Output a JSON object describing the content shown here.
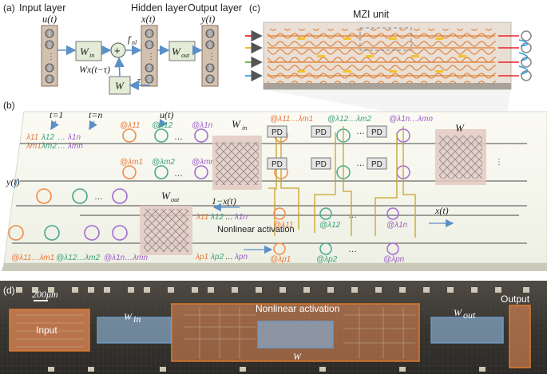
{
  "panel_a": {
    "label": "(a)",
    "input_layer": "Input layer",
    "hidden_layer": "Hidden layer",
    "output_layer": "Output layer",
    "u_t": "u(t)",
    "x_t": "x(t)",
    "y_t": "y(t)",
    "w_in": "W",
    "w_in_sub": "in",
    "w_out": "W",
    "w_out_sub": "out",
    "f_nl": "f",
    "f_nl_sub": "nl",
    "plus": "+",
    "wx_delay": "Wx(t−τ)",
    "w": "W",
    "tau": "τ"
  },
  "panel_c": {
    "label": "(c)",
    "title": "MZI unit",
    "input_colors": [
      "#e8242a",
      "#f2b315",
      "#5cb531",
      "#2f9be0"
    ]
  },
  "panel_b": {
    "label": "(b)",
    "t1": "t=1",
    "tn": "t=n",
    "u_t": "u(t)",
    "y_t": "y(t)",
    "x_t": "x(t)",
    "w_in": "W",
    "w_in_sub": "in",
    "w": "W",
    "w_out": "W",
    "w_out_sub": "out",
    "one_minus_x": "1−x(t)",
    "nonlinear": "Nonlinear activation",
    "pd": "PD",
    "dots": "…",
    "lam_row1": [
      "λ11",
      "λ12",
      "…",
      "λ1n"
    ],
    "lam_row2": [
      "λm1",
      "λm2",
      "…",
      "λmn"
    ],
    "at_lam_top": [
      "@λ11",
      "@λ12",
      "@λ1n"
    ],
    "at_lam_mid": [
      "@λm1",
      "@λm2",
      "@λmn"
    ],
    "win_range_1": "@λ11…λm1",
    "win_range_2": "@λ12…λm2",
    "win_range_n": "@λ1n…λmn",
    "out_lam": [
      "λ11",
      "λ12",
      "…",
      "λ1n"
    ],
    "nl_at": [
      "@λ11",
      "@λ12",
      "@λ1n"
    ],
    "nl_at_p": [
      "@λp1",
      "@λp2",
      "@λpn"
    ],
    "p_lam": [
      "λp1",
      "λp2",
      "…",
      "λpn"
    ],
    "bottom_range": [
      "@λ11…λm1",
      "@λ12…λm2",
      "@λ1n…λmn"
    ]
  },
  "panel_d": {
    "label": "(d)",
    "scale": "200μm",
    "input": "Input",
    "w_in": "W",
    "w_in_sub": "in",
    "nonlinear": "Nonlinear activation",
    "w": "W",
    "w_out": "W",
    "w_out_sub": "out",
    "output": "Output"
  },
  "colors": {
    "orange": "#e8773a",
    "green": "#3aa07a",
    "purple": "#9b5cc6",
    "blue": "#4a90d9",
    "gold": "#c9a227",
    "box_fill": "#e3ecd6",
    "ring_orange": "#f08a4b",
    "ring_green": "#4aa88a",
    "ring_purple": "#a36bd1"
  }
}
